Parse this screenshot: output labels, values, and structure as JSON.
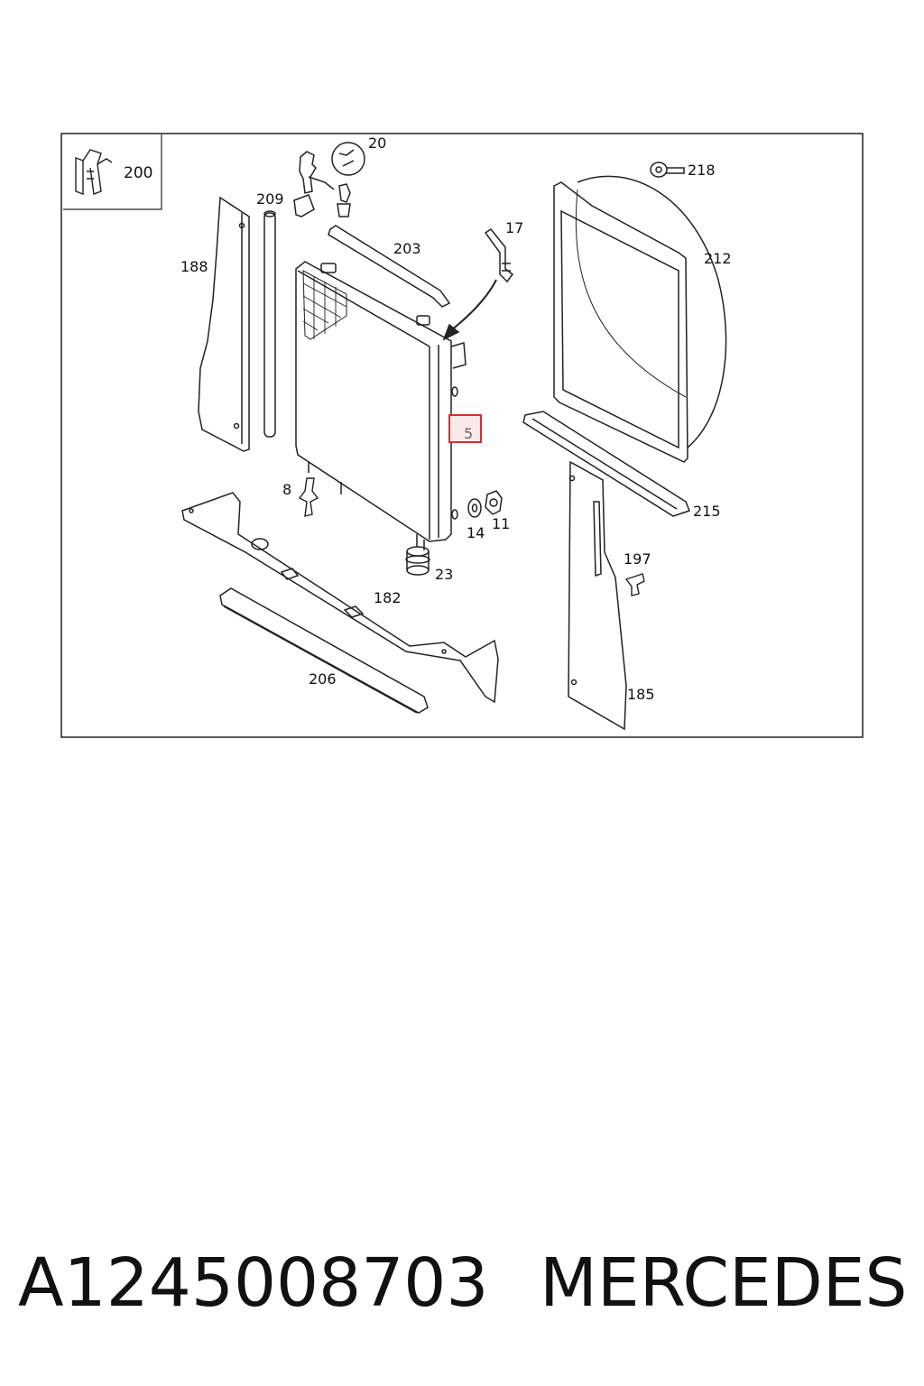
{
  "diagram": {
    "inset_label": "200",
    "highlighted_label": "5",
    "highlight_color": "#d62e2e",
    "callouts": {
      "c20": "20",
      "c209": "209",
      "c188": "188",
      "c203": "203",
      "c17": "17",
      "c218": "218",
      "c212": "212",
      "c8": "8",
      "c14": "14",
      "c11": "11",
      "c23": "23",
      "c182": "182",
      "c215": "215",
      "c197": "197",
      "c206": "206",
      "c185": "185"
    }
  },
  "footer": {
    "part_number": "A1245008703",
    "brand": "MERCEDES"
  }
}
